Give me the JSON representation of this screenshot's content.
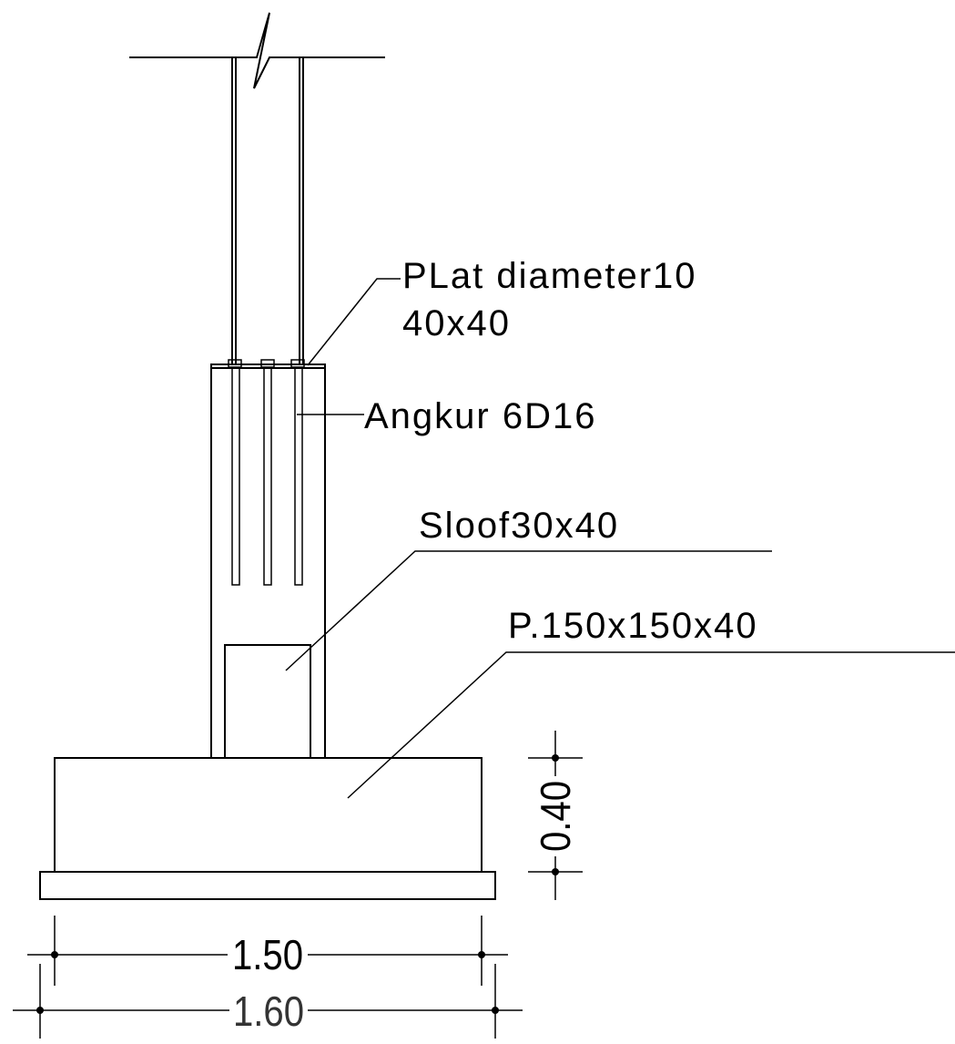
{
  "labels": {
    "plat_line1": "PLat diameter10",
    "plat_line2": "40x40",
    "angkur": "Angkur 6D16",
    "sloof": "Sloof30x40",
    "pondasi": "P.150x150x40"
  },
  "dimensions": {
    "footing_width": "1.50",
    "lean_width": "1.60",
    "footing_height": "0.40"
  }
}
